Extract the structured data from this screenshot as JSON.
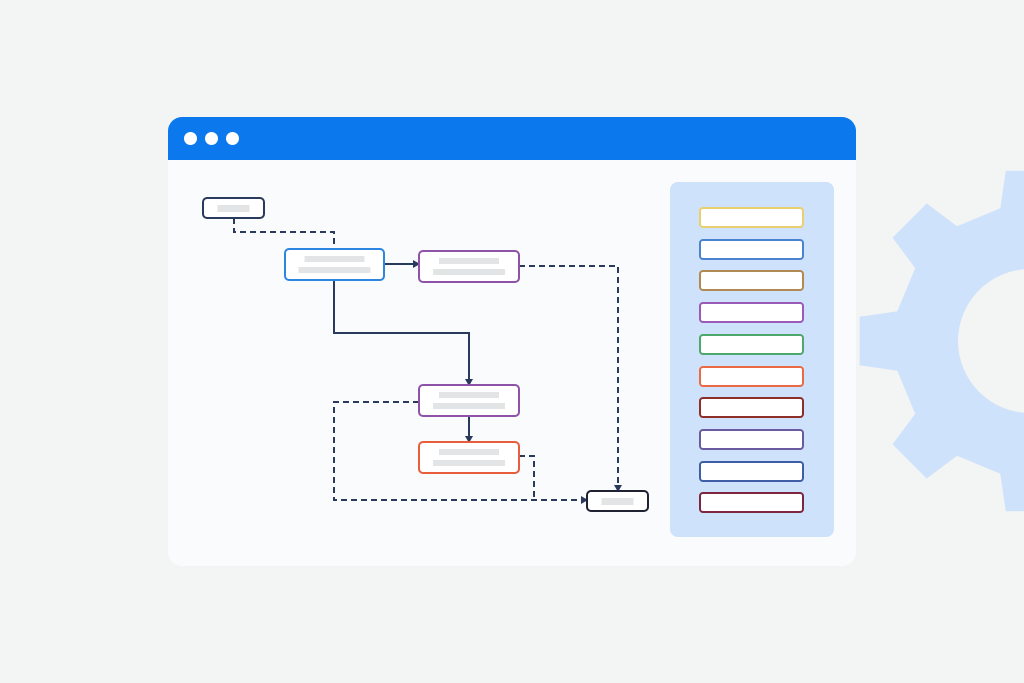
{
  "colors": {
    "page_background": "#f3f4f4",
    "gear": "#cfe2fb",
    "window_titlebar": "#0c78ed",
    "window_body": "#fafbfd",
    "legend_panel": "#cfe2fb",
    "connector": "#2a3a5c",
    "placeholder_text": "#e3e4e6"
  },
  "window": {
    "title_dots": [
      "dot",
      "dot",
      "dot"
    ]
  },
  "diagram": {
    "nodes": [
      {
        "id": "start",
        "shape": "terminal",
        "color": "#2a3a5c",
        "lines": 1
      },
      {
        "id": "step-blue",
        "shape": "process",
        "color": "#2d86e0",
        "lines": 2
      },
      {
        "id": "step-purple-right",
        "shape": "process",
        "color": "#8e52a8",
        "lines": 2
      },
      {
        "id": "step-purple-middle",
        "shape": "process",
        "color": "#8e52a8",
        "lines": 2
      },
      {
        "id": "step-orange",
        "shape": "process",
        "color": "#e85d3c",
        "lines": 2
      },
      {
        "id": "end",
        "shape": "terminal",
        "color": "#1e2233",
        "lines": 1
      }
    ],
    "edges": [
      {
        "from": "start",
        "to": "step-blue",
        "style": "dashed"
      },
      {
        "from": "step-blue",
        "to": "step-purple-right",
        "style": "solid",
        "arrow": true
      },
      {
        "from": "step-blue",
        "to": "step-purple-middle",
        "style": "solid",
        "arrow": true
      },
      {
        "from": "step-purple-right",
        "to": "end",
        "style": "dashed",
        "arrow": true
      },
      {
        "from": "step-purple-middle",
        "to": "step-orange",
        "style": "solid",
        "arrow": true
      },
      {
        "from": "step-purple-middle",
        "to": "end",
        "style": "dashed",
        "arrow": true
      },
      {
        "from": "step-orange",
        "to": "end",
        "style": "dashed"
      }
    ]
  },
  "legend": {
    "items": [
      {
        "color": "#e9cf6e"
      },
      {
        "color": "#4b82d2"
      },
      {
        "color": "#b08a52"
      },
      {
        "color": "#9a5ab8"
      },
      {
        "color": "#4ca86c"
      },
      {
        "color": "#ec6a43"
      },
      {
        "color": "#8e2e2a"
      },
      {
        "color": "#6a5aa0"
      },
      {
        "color": "#3e5ea8"
      },
      {
        "color": "#7e2540"
      }
    ]
  }
}
